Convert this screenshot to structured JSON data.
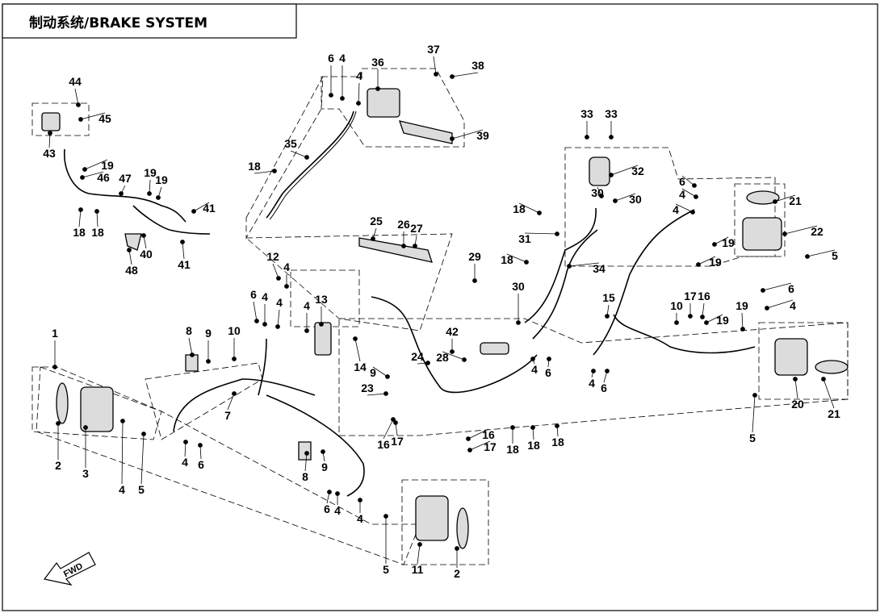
{
  "title": "制动系统/BRAKE SYSTEM",
  "fwd_label": "FWD",
  "colors": {
    "line": "#000000",
    "background": "#ffffff",
    "part_fill": "#dcdcdc"
  },
  "callouts": [
    {
      "label": "44"
    },
    {
      "label": "45"
    },
    {
      "label": "43"
    },
    {
      "label": "19"
    },
    {
      "label": "46"
    },
    {
      "label": "47"
    },
    {
      "label": "19"
    },
    {
      "label": "19"
    },
    {
      "label": "41"
    },
    {
      "label": "18"
    },
    {
      "label": "18"
    },
    {
      "label": "40"
    },
    {
      "label": "41"
    },
    {
      "label": "48"
    },
    {
      "label": "6"
    },
    {
      "label": "4"
    },
    {
      "label": "36"
    },
    {
      "label": "4"
    },
    {
      "label": "37"
    },
    {
      "label": "38"
    },
    {
      "label": "39"
    },
    {
      "label": "35"
    },
    {
      "label": "18"
    },
    {
      "label": "25"
    },
    {
      "label": "26"
    },
    {
      "label": "27"
    },
    {
      "label": "33"
    },
    {
      "label": "33"
    },
    {
      "label": "32"
    },
    {
      "label": "30"
    },
    {
      "label": "30"
    },
    {
      "label": "18"
    },
    {
      "label": "31"
    },
    {
      "label": "34"
    },
    {
      "label": "18"
    },
    {
      "label": "29"
    },
    {
      "label": "30"
    },
    {
      "label": "6"
    },
    {
      "label": "4"
    },
    {
      "label": "4"
    },
    {
      "label": "21"
    },
    {
      "label": "22"
    },
    {
      "label": "19"
    },
    {
      "label": "19"
    },
    {
      "label": "5"
    },
    {
      "label": "12"
    },
    {
      "label": "4"
    },
    {
      "label": "6"
    },
    {
      "label": "4"
    },
    {
      "label": "4"
    },
    {
      "label": "4"
    },
    {
      "label": "13"
    },
    {
      "label": "1"
    },
    {
      "label": "8"
    },
    {
      "label": "9"
    },
    {
      "label": "10"
    },
    {
      "label": "14"
    },
    {
      "label": "9"
    },
    {
      "label": "23"
    },
    {
      "label": "24"
    },
    {
      "label": "42"
    },
    {
      "label": "28"
    },
    {
      "label": "4"
    },
    {
      "label": "6"
    },
    {
      "label": "4"
    },
    {
      "label": "6"
    },
    {
      "label": "15"
    },
    {
      "label": "10"
    },
    {
      "label": "17"
    },
    {
      "label": "16"
    },
    {
      "label": "19"
    },
    {
      "label": "19"
    },
    {
      "label": "6"
    },
    {
      "label": "4"
    },
    {
      "label": "7"
    },
    {
      "label": "2"
    },
    {
      "label": "3"
    },
    {
      "label": "4"
    },
    {
      "label": "5"
    },
    {
      "label": "4"
    },
    {
      "label": "6"
    },
    {
      "label": "16"
    },
    {
      "label": "17"
    },
    {
      "label": "16"
    },
    {
      "label": "17"
    },
    {
      "label": "18"
    },
    {
      "label": "18"
    },
    {
      "label": "18"
    },
    {
      "label": "20"
    },
    {
      "label": "21"
    },
    {
      "label": "5"
    },
    {
      "label": "8"
    },
    {
      "label": "9"
    },
    {
      "label": "6"
    },
    {
      "label": "4"
    },
    {
      "label": "4"
    },
    {
      "label": "5"
    },
    {
      "label": "11"
    },
    {
      "label": "2"
    }
  ]
}
